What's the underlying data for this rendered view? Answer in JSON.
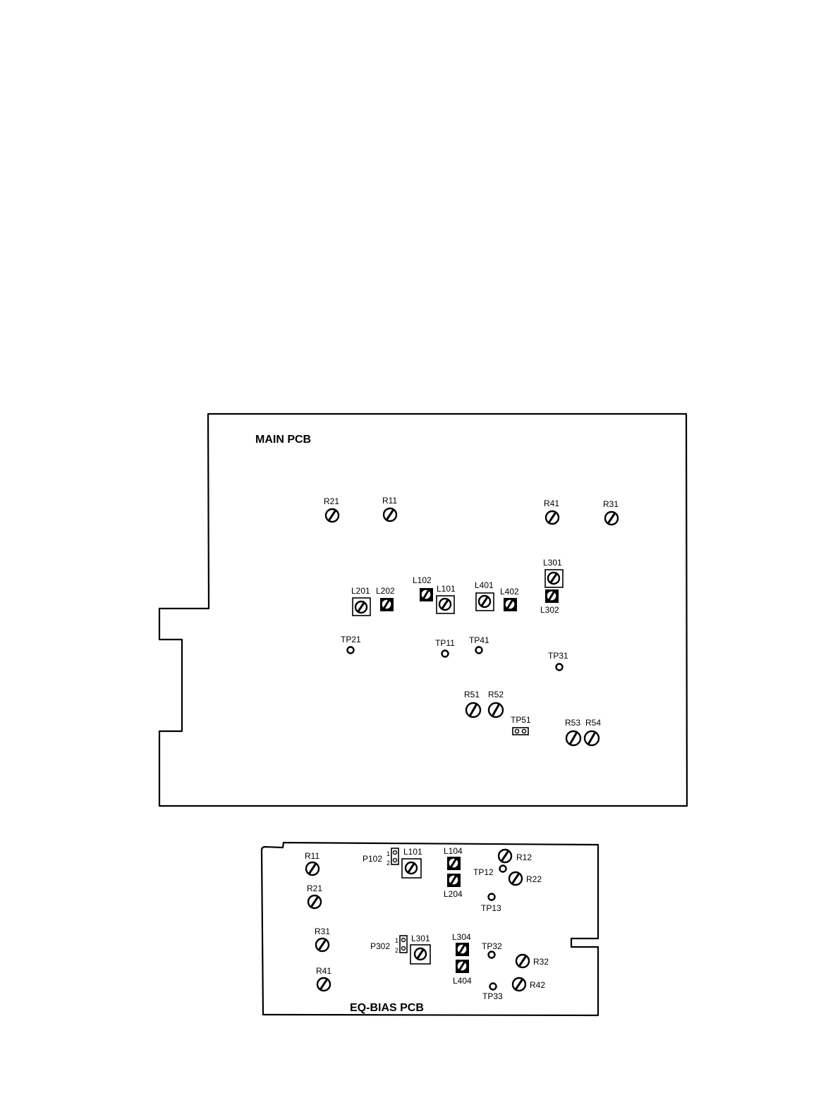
{
  "main_pcb": {
    "title": "MAIN PCB",
    "trimmers": [
      {
        "id": "R21",
        "label": "R21"
      },
      {
        "id": "R11",
        "label": "R11"
      },
      {
        "id": "R41",
        "label": "R41"
      },
      {
        "id": "R31",
        "label": "R31"
      },
      {
        "id": "L201",
        "label": "L201"
      },
      {
        "id": "L202",
        "label": "L202"
      },
      {
        "id": "L102",
        "label": "L102"
      },
      {
        "id": "L101",
        "label": "L101"
      },
      {
        "id": "L401",
        "label": "L401"
      },
      {
        "id": "L402",
        "label": "L402"
      },
      {
        "id": "L301",
        "label": "L301"
      },
      {
        "id": "L302",
        "label": "L302"
      },
      {
        "id": "R51",
        "label": "R51"
      },
      {
        "id": "R52",
        "label": "R52"
      },
      {
        "id": "R53",
        "label": "R53"
      },
      {
        "id": "R54",
        "label": "R54"
      }
    ],
    "test_points": [
      {
        "id": "TP21",
        "label": "TP21"
      },
      {
        "id": "TP11",
        "label": "TP11"
      },
      {
        "id": "TP41",
        "label": "TP41"
      },
      {
        "id": "TP31",
        "label": "TP31"
      },
      {
        "id": "TP51",
        "label": "TP51"
      }
    ]
  },
  "eq_bias_pcb": {
    "title": "EQ-BIAS PCB",
    "trimmers": [
      {
        "id": "R11",
        "label": "R11"
      },
      {
        "id": "R21",
        "label": "R21"
      },
      {
        "id": "R31",
        "label": "R31"
      },
      {
        "id": "R41",
        "label": "R41"
      },
      {
        "id": "L101",
        "label": "L101"
      },
      {
        "id": "L104",
        "label": "L104"
      },
      {
        "id": "L204",
        "label": "L204"
      },
      {
        "id": "R12",
        "label": "R12"
      },
      {
        "id": "R22",
        "label": "R22"
      },
      {
        "id": "L301",
        "label": "L301"
      },
      {
        "id": "L304",
        "label": "L304"
      },
      {
        "id": "L404",
        "label": "L404"
      },
      {
        "id": "R32",
        "label": "R32"
      },
      {
        "id": "R42",
        "label": "R42"
      }
    ],
    "test_points": [
      {
        "id": "TP12",
        "label": "TP12"
      },
      {
        "id": "TP13",
        "label": "TP13"
      },
      {
        "id": "TP32",
        "label": "TP32"
      },
      {
        "id": "TP33",
        "label": "TP33"
      }
    ],
    "connectors": [
      {
        "id": "P102",
        "label": "P102",
        "pins": [
          "1",
          "2"
        ]
      },
      {
        "id": "P302",
        "label": "P302",
        "pins": [
          "1",
          "2"
        ]
      }
    ]
  }
}
